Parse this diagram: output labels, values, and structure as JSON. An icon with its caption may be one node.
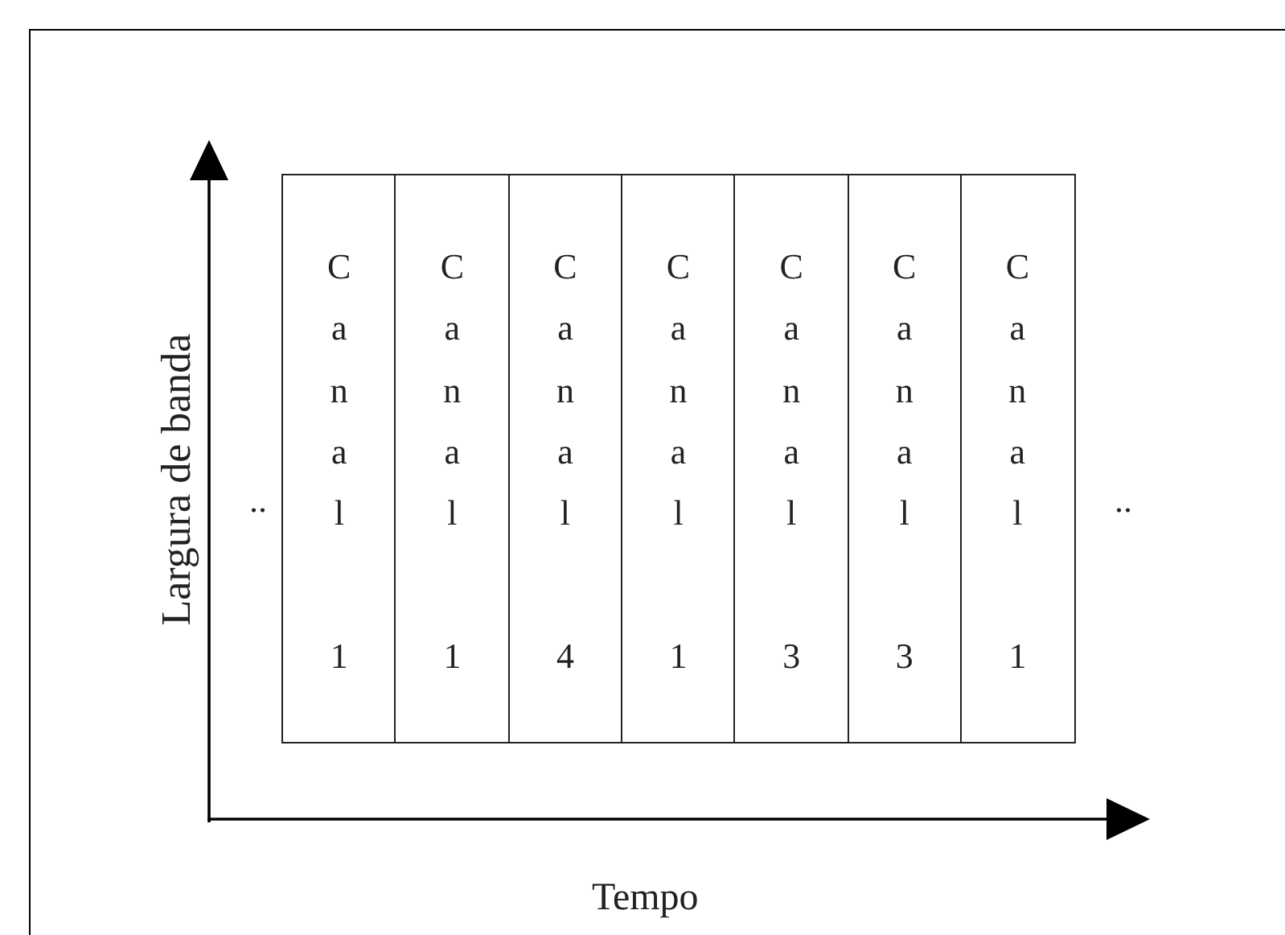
{
  "diagram": {
    "nodes": [
      {
        "text": [
          "Canal",
          "1"
        ]
      },
      {
        "text": [
          "Canal",
          "1"
        ]
      },
      {
        "text": [
          "Canal",
          "4"
        ]
      },
      {
        "text": [
          "Canal",
          "1"
        ]
      },
      {
        "text": [
          "Canal",
          "3"
        ]
      },
      {
        "text": [
          "Canal",
          "3"
        ]
      },
      {
        "text": [
          "Canal",
          "1"
        ]
      }
    ],
    "edges": [],
    "labels": [
      "Largura de banda",
      "..",
      "..",
      "Tempo"
    ]
  }
}
